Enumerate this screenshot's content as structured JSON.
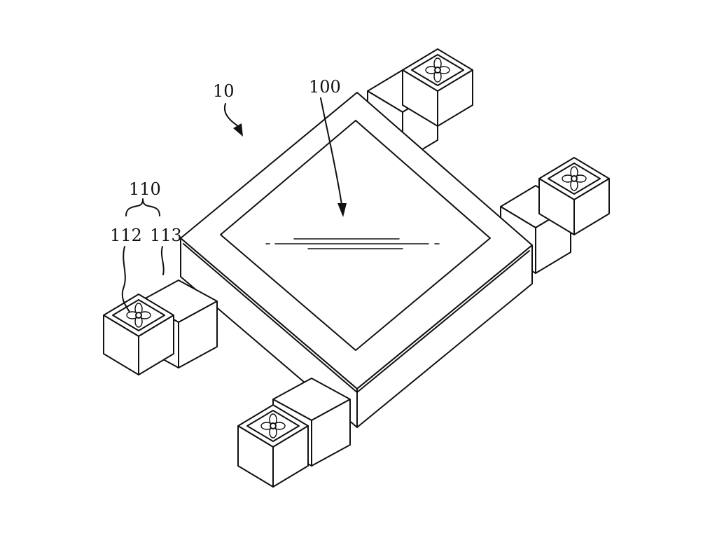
{
  "figure": {
    "refs": {
      "device": "10",
      "panel": "100",
      "module": "110",
      "fan": "112",
      "housing": "113"
    }
  }
}
